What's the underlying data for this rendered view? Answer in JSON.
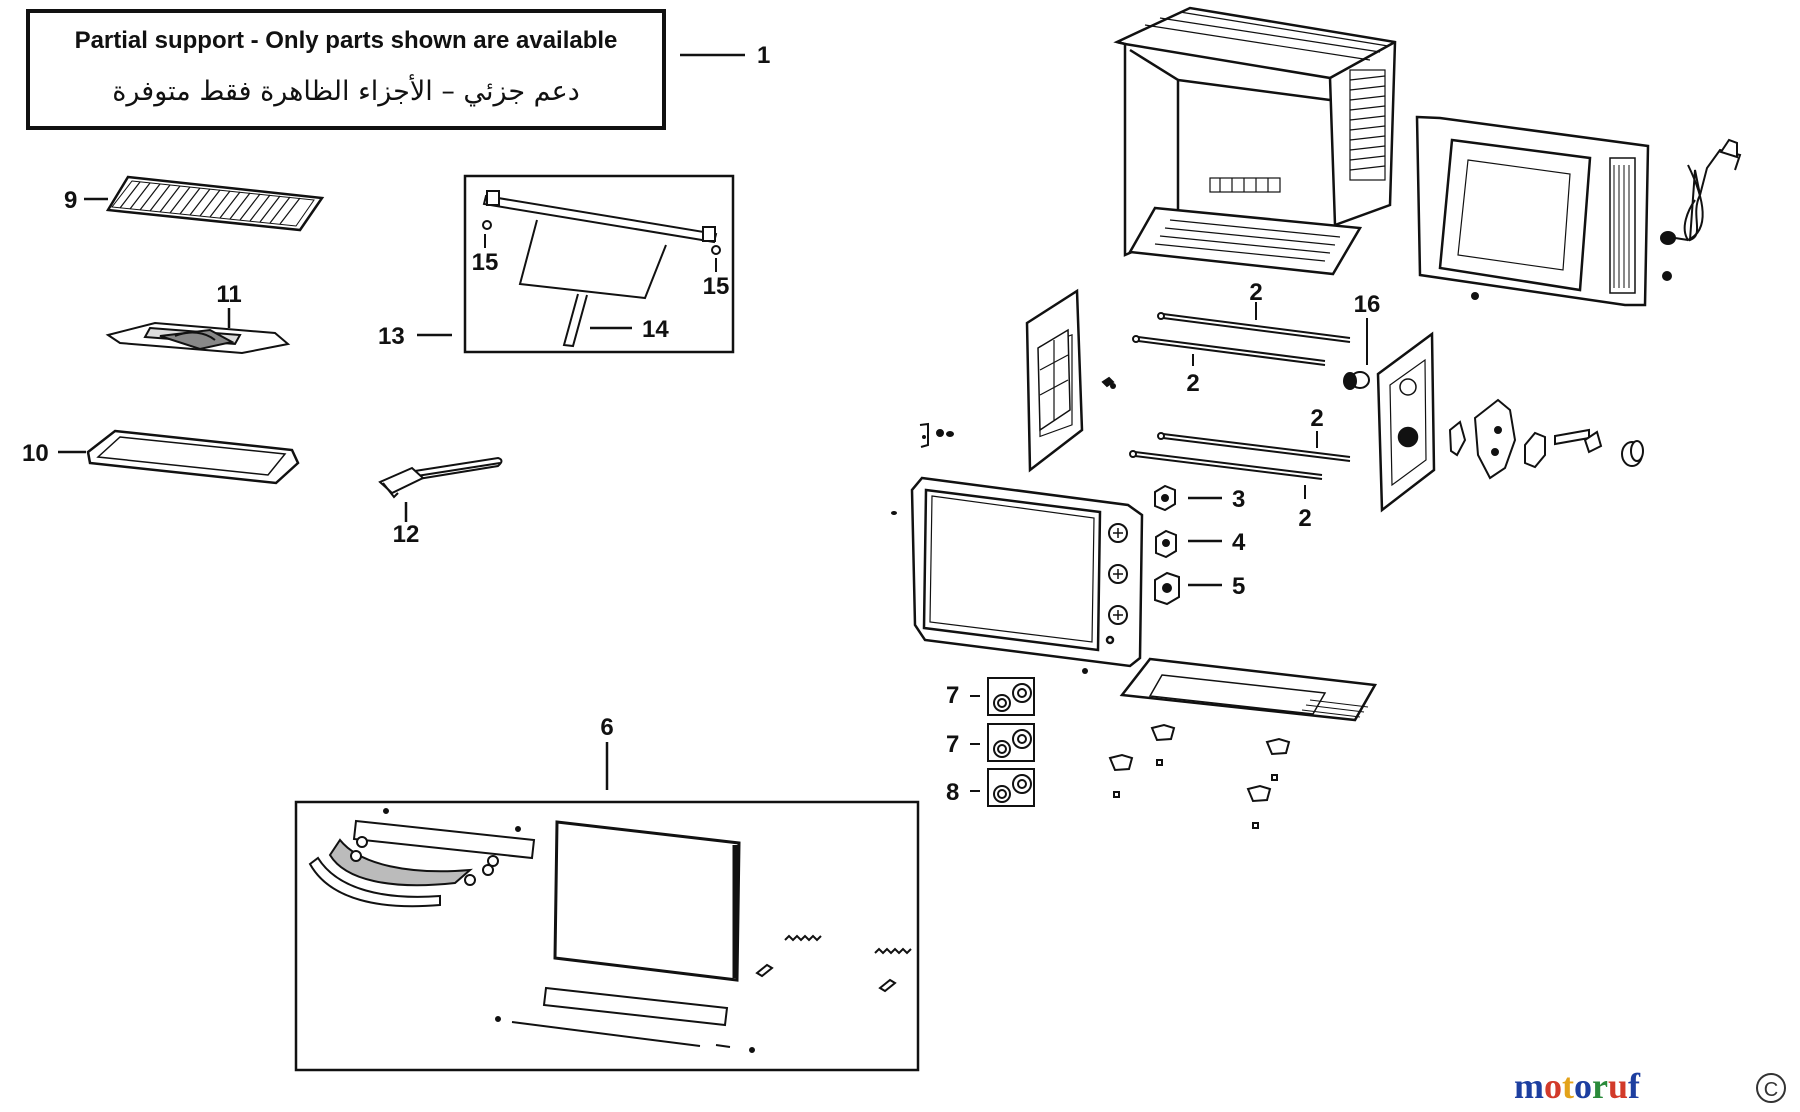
{
  "notice": {
    "english": "Partial support - Only parts shown are available",
    "arabic": "دعم جزئي – الأجزاء الظاهرة فقط متوفرة"
  },
  "callouts": {
    "c1": "1",
    "c2a": "2",
    "c2b": "2",
    "c2c": "2",
    "c2d": "2",
    "c3": "3",
    "c4": "4",
    "c5": "5",
    "c6": "6",
    "c7a": "7",
    "c7b": "7",
    "c8": "8",
    "c9": "9",
    "c10": "10",
    "c11": "11",
    "c12": "12",
    "c13": "13",
    "c14": "14",
    "c15a": "15",
    "c15b": "15",
    "c16": "16"
  },
  "watermark": {
    "text": "motoruf",
    "badge": "C",
    "colors": [
      "#1d3fa0",
      "#d23a2a",
      "#e3a21a",
      "#2a8a3a"
    ]
  }
}
